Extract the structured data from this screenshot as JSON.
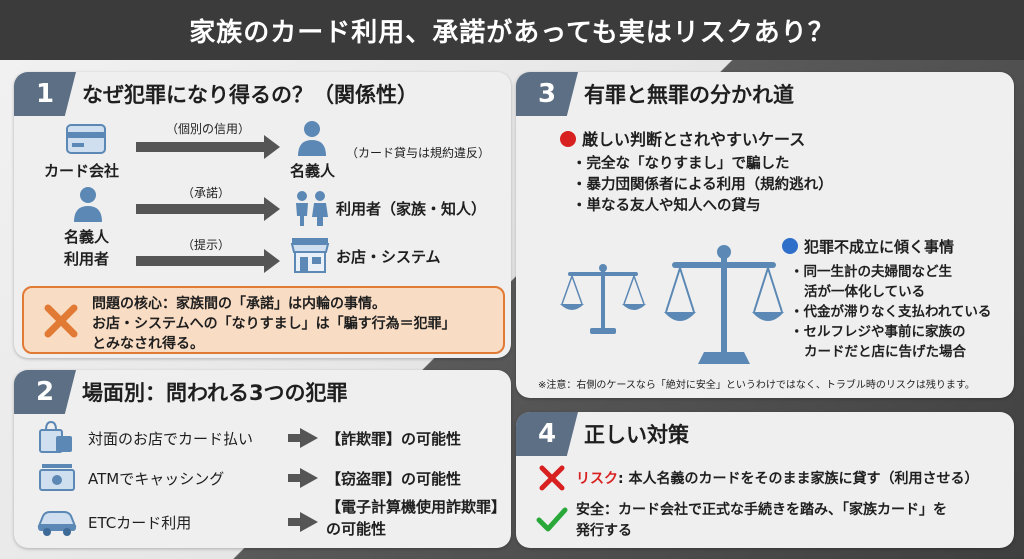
{
  "title": "家族のカード利用、承諾があっても実はリスクあり？",
  "colors": {
    "badge": "#5c6f84",
    "icon_blue": "#5b88b4",
    "danger_red": "#d92020",
    "safe_blue": "#2f6fc9",
    "cross_orange": "#e07a34",
    "check_green": "#2aa83a"
  },
  "p1": {
    "num": "1",
    "title": "なぜ犯罪になり得るの？（関係性）",
    "card_company": "カード会社",
    "credit_label": "（個別の信用）",
    "holder": "名義人",
    "lending_note": "（カード貸与は規約違反）",
    "holder_user_line1": "名義人",
    "holder_user_line2": "利用者",
    "consent_label": "（承諾）",
    "user_label": "利用者（家族・知人）",
    "present_label": "（提示）",
    "shop_label": "お店・システム",
    "core_lines": [
      "問題の核心：家族間の「承諾」は内輪の事情。",
      "お店・システムへの「なりすまし」は「騙す行為＝犯罪」",
      "とみなされ得る。"
    ]
  },
  "p2": {
    "num": "2",
    "title": "場面別：問われる3つの犯罪",
    "rows": [
      {
        "scene": "対面のお店でカード払い",
        "crime": "【詐欺罪】の可能性"
      },
      {
        "scene": "ATMでキャッシング",
        "crime": "【窃盗罪】の可能性"
      },
      {
        "scene": "ETCカード利用",
        "crime_line1": "【電子計算機使用詐欺罪】",
        "crime_line2": "の可能性"
      }
    ]
  },
  "p3": {
    "num": "3",
    "title": "有罪と無罪の分かれ道",
    "severe_heading": "厳しい判断とされやすいケース",
    "severe_items": [
      "・完全な「なりすまし」で騙した",
      "・暴力団関係者による利用（規約逃れ）",
      "・単なる友人や知人への貸与"
    ],
    "lenient_heading": "犯罪不成立に傾く事情",
    "lenient_items": [
      "・同一生計の夫婦間など生",
      "活が一体化している",
      "・代金が滞りなく支払われている",
      "・セルフレジや事前に家族の",
      "カードだと店に告げた場合"
    ],
    "note": "※注意：右側のケースなら「絶対に安全」というわけではなく、トラブル時のリスクは残ります。"
  },
  "p4": {
    "num": "4",
    "title": "正しい対策",
    "risk_label": "リスク",
    "risk_text": ": 本人名義のカードをそのまま家族に貸す（利用させる）",
    "safe_line1": "安全：カード会社で正式な手続きを踏み、「家族カード」を",
    "safe_line2": "発行する"
  }
}
